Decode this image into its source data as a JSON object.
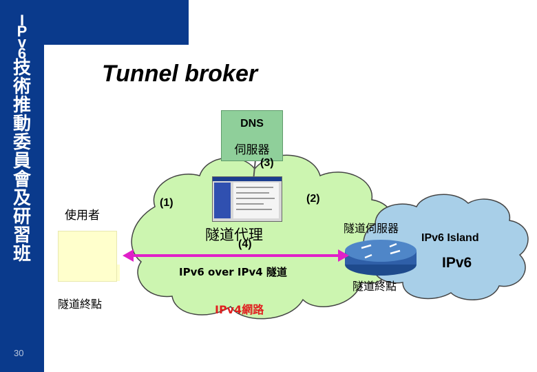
{
  "sidebar": {
    "vertical_chars": [
      "I",
      "P",
      "v",
      "6",
      "技",
      "術",
      "推",
      "動",
      "委",
      "員",
      "會",
      "及",
      "研",
      "習",
      "班"
    ],
    "page_number": "30"
  },
  "slide": {
    "title": "Tunnel broker",
    "dns_line1": "DNS",
    "dns_line2": "伺服器",
    "label_3": "(3)",
    "label_1": "(1)",
    "label_2": "(2)",
    "label_4": "(4)",
    "user": "使用者",
    "tunnel_proxy": "隧道代理",
    "tunnel_server": "隧道伺服器",
    "ipv6_island": "IPv6 Island",
    "ipv6": "IPv6",
    "ipv6_over_ipv4": "IPv6 over IPv4 隧道",
    "tunnel_endpoint_left": "隧道終點",
    "tunnel_endpoint_right": "隧道終點",
    "ipv4_network": "IPv4網路"
  },
  "colors": {
    "sidebar": "#0a3a8c",
    "cloud_fill": "#ccf5b0",
    "island_fill": "#a8cfe8",
    "arrow": "#e020c8",
    "ipv4_text": "#e02020",
    "dns_box": "#8fcf9a",
    "router": "#2f5fa8"
  }
}
